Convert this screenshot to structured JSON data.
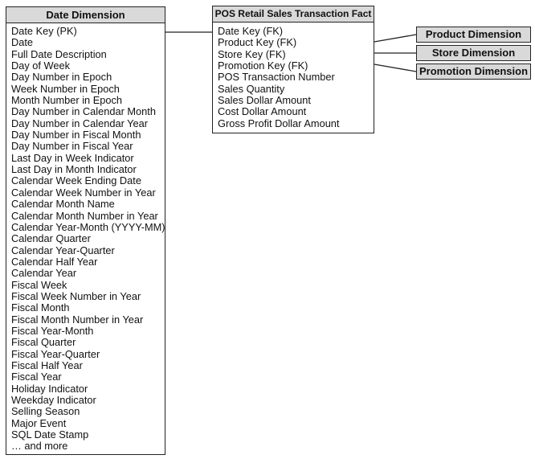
{
  "date_dimension": {
    "title": "Date Dimension",
    "attributes": [
      "Date Key (PK)",
      "Date",
      "Full Date Description",
      "Day of Week",
      "Day Number in Epoch",
      "Week Number in Epoch",
      "Month Number in Epoch",
      "Day Number in Calendar Month",
      "Day Number in Calendar Year",
      "Day Number in Fiscal Month",
      "Day Number in Fiscal Year",
      "Last Day in Week Indicator",
      "Last Day in Month Indicator",
      "Calendar Week Ending Date",
      "Calendar Week Number in Year",
      "Calendar Month Name",
      "Calendar Month Number in Year",
      "Calendar Year-Month (YYYY-MM)",
      "Calendar Quarter",
      "Calendar Year-Quarter",
      "Calendar Half Year",
      "Calendar Year",
      "Fiscal Week",
      "Fiscal Week Number in Year",
      "Fiscal Month",
      "Fiscal Month Number in Year",
      "Fiscal Year-Month",
      "Fiscal Quarter",
      "Fiscal Year-Quarter",
      "Fiscal Half Year",
      "Fiscal Year",
      "Holiday Indicator",
      "Weekday Indicator",
      "Selling Season",
      "Major Event",
      "SQL Date Stamp",
      "… and more"
    ]
  },
  "fact_table": {
    "title": "POS Retail Sales Transaction Fact",
    "attributes": [
      "Date Key (FK)",
      "Product Key (FK)",
      "Store Key (FK)",
      "Promotion Key (FK)",
      "POS Transaction Number",
      "Sales Quantity",
      "Sales Dollar Amount",
      "Cost Dollar Amount",
      "Gross Profit Dollar Amount"
    ]
  },
  "dimensions": {
    "product": "Product Dimension",
    "store": "Store Dimension",
    "promotion": "Promotion Dimension"
  }
}
